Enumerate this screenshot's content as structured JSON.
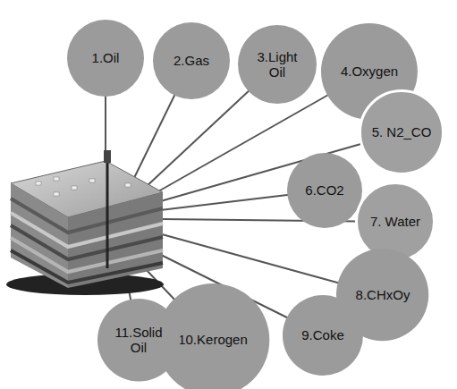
{
  "diagram": {
    "nodes": [
      {
        "text": [
          "1.Oil"
        ]
      },
      {
        "text": [
          "2.Gas"
        ]
      },
      {
        "text": [
          "3.Light Oil"
        ]
      },
      {
        "text": [
          "4.Oxygen"
        ]
      },
      {
        "text": [
          "5. N2_CO"
        ]
      },
      {
        "text": [
          "6.CO2"
        ]
      },
      {
        "text": [
          "7. Water"
        ]
      },
      {
        "text": [
          "8.CHxOy"
        ]
      },
      {
        "text": [
          "9.Coke"
        ]
      },
      {
        "text": [
          "10.Kerogen"
        ]
      },
      {
        "text": [
          "11.Solid Oil"
        ]
      }
    ]
  }
}
